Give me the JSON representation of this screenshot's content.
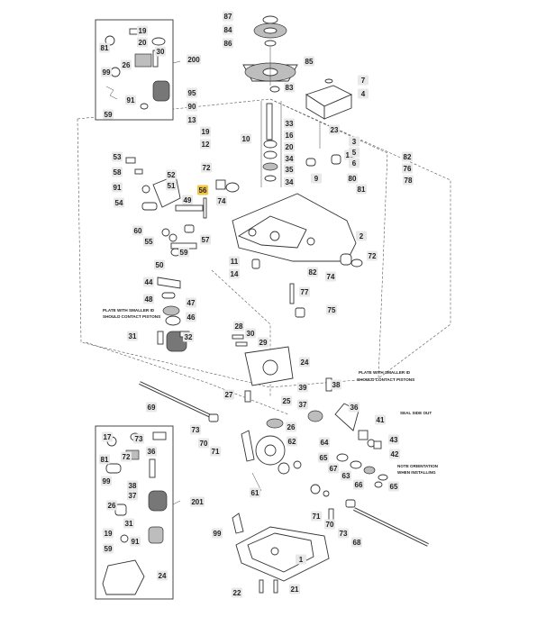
{
  "badges": {
    "b87": "87",
    "b84": "84",
    "b86": "86",
    "b85": "85",
    "b83": "83",
    "b7": "7",
    "b4": "4",
    "b95": "95",
    "b90": "90",
    "b13": "13",
    "b19": "19",
    "b12": "12",
    "b10": "10",
    "b33": "33",
    "b16": "16",
    "b20": "20",
    "b34a": "34",
    "b35": "35",
    "b34b": "34",
    "b23": "23",
    "b9": "9",
    "b15": "15",
    "b3": "3",
    "b5": "5",
    "b6": "6",
    "b82a": "82",
    "b76": "76",
    "b80": "80",
    "b81": "81",
    "b78": "78",
    "b53": "53",
    "b58": "58",
    "b91": "91",
    "b52": "52",
    "b51": "51",
    "b49": "49",
    "b54": "54",
    "b72a": "72",
    "b74a": "74",
    "b56": "56",
    "b60": "60",
    "b55": "55",
    "b57": "57",
    "b59": "59",
    "b50": "50",
    "b2": "2",
    "b11": "11",
    "b14": "14",
    "b82b": "82",
    "b72b": "72",
    "b74b": "74",
    "b44": "44",
    "b48": "48",
    "b47": "47",
    "b46": "46",
    "b31": "31",
    "b32": "32",
    "b77": "77",
    "b75": "75",
    "b28": "28",
    "b30": "30",
    "b29": "29",
    "b24": "24",
    "b27": "27",
    "b25": "25",
    "b39": "39",
    "b38": "38",
    "b37": "37",
    "b26": "26",
    "b69": "69",
    "b73a": "73",
    "b70a": "70",
    "b71a": "71",
    "b62": "62",
    "b36": "36",
    "b41": "41",
    "b43": "43",
    "b42": "42",
    "b64": "64",
    "b65a": "65",
    "b67": "67",
    "b63": "63",
    "b66": "66",
    "b65b": "65",
    "b61": "61",
    "b71b": "71",
    "b70b": "70",
    "b73b": "73",
    "b68": "68",
    "b99a": "99",
    "b1": "1",
    "b22": "22",
    "b21": "21",
    "i1_81": "81",
    "i1_19": "19",
    "i1_20": "20",
    "i1_26": "26",
    "i1_30": "30",
    "i1_99": "99",
    "i1_59": "59",
    "i1_91": "91",
    "i1_200": "200",
    "i2_17": "17",
    "i2_73": "73",
    "i2_81": "81",
    "i2_72": "72",
    "i2_36": "36",
    "i2_99": "99",
    "i2_38": "38",
    "i2_37": "37",
    "i2_26": "26",
    "i2_31": "31",
    "i2_19": "19",
    "i2_59": "59",
    "i2_91": "91",
    "i2_201": "201",
    "i2_24": "24"
  },
  "notes": {
    "plate_left_1": "PLATE WITH SMALLER ID",
    "plate_left_2": "SHOULD CONTACT PISTONS",
    "plate_right_1": "PLATE WITH SMALLER ID",
    "plate_right_2": "SHOULD CONTACT PISTONS",
    "seal_side": "SEAL SIDE OUT",
    "note_orient_1": "NOTE ORIENTATION",
    "note_orient_2": "WHEN INSTALLING"
  },
  "colors": {
    "highlight": "#f2c644",
    "badge": "#e8e8e8",
    "line": "#333333"
  }
}
